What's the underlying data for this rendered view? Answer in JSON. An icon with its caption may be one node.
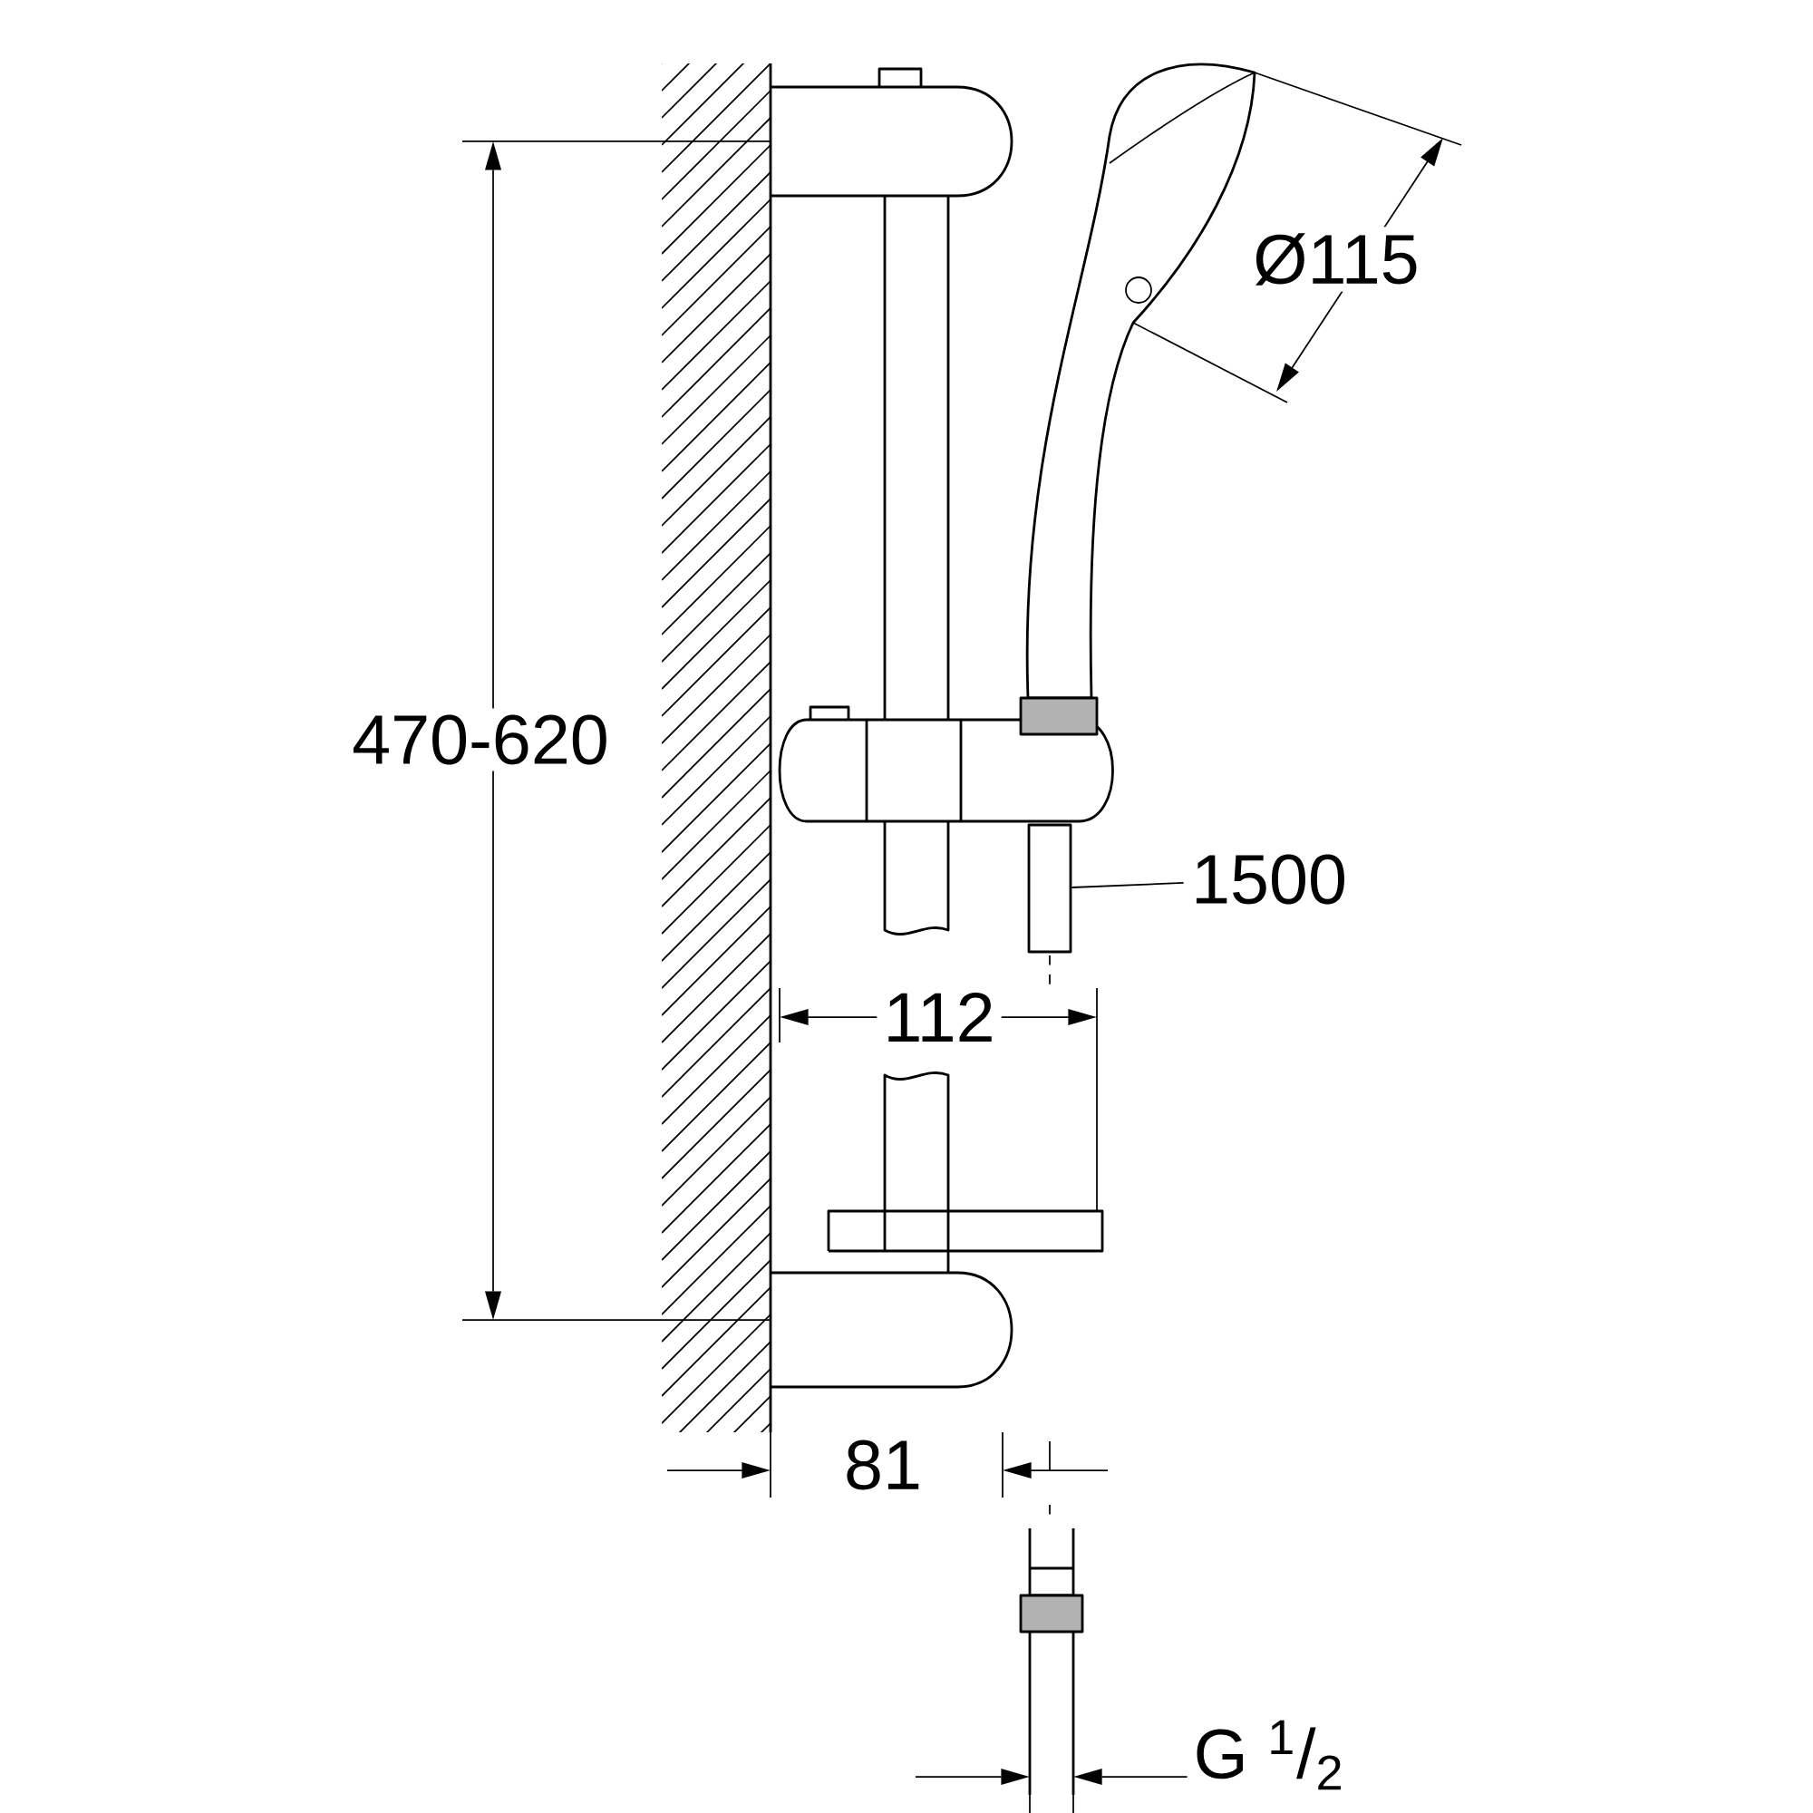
{
  "diagram": {
    "nodes": [
      {
        "text": [
          "1500"
        ]
      },
      {
        "text": [],
        "shape": "box"
      }
    ],
    "edges": [
      {
        "from": 0,
        "to": 1,
        "arrow": "none"
      }
    ],
    "labels": [
      "Ø115",
      "470-620",
      "112",
      "81",
      "G $^{1}$/$_{2}$"
    ]
  }
}
